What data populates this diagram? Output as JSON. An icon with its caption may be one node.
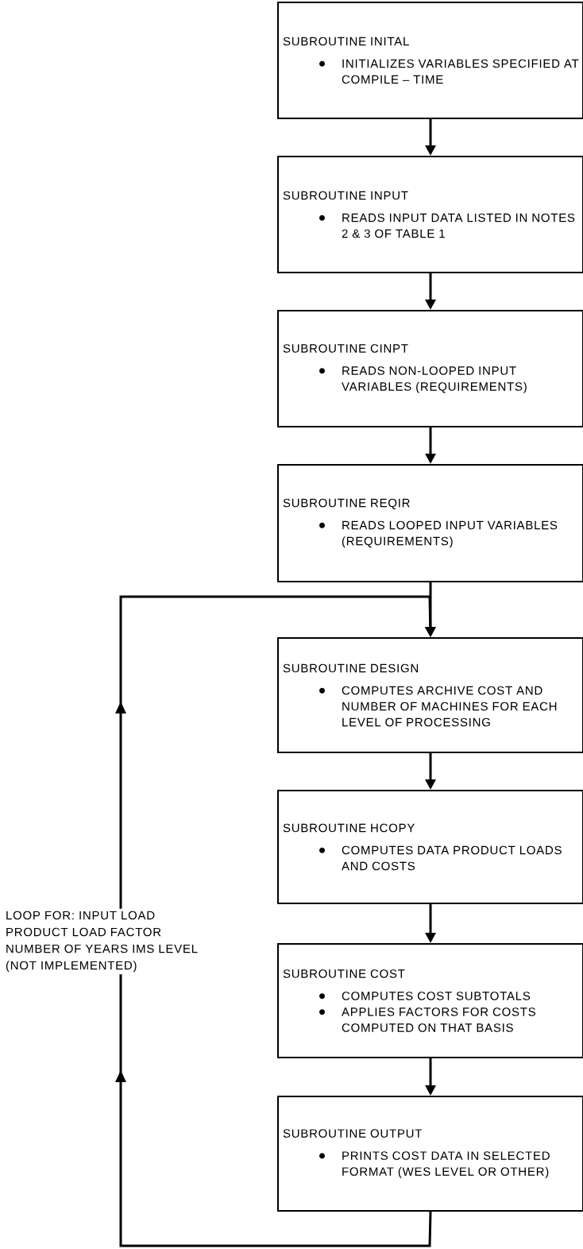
{
  "diagram": {
    "nodes": [
      {
        "text": [
          "SUBROUTINE INITAL",
          "INITIALIZES VARIABLES SPECIFIED AT COMPILE – TIME"
        ]
      },
      {
        "text": [
          "SUBROUTINE INPUT",
          "READS INPUT DATA LISTED IN NOTES 2 & 3 OF TABLE 1"
        ]
      },
      {
        "text": [
          "SUBROUTINE CINPT",
          "READS NON-LOOPED INPUT VARIABLES (REQUIREMENTS)"
        ]
      },
      {
        "text": [
          "SUBROUTINE REQIR",
          "READS LOOPED INPUT VARIABLES (REQUIREMENTS)"
        ]
      },
      {
        "text": [
          "SUBROUTINE DESIGN",
          "COMPUTES ARCHIVE COST AND NUMBER OF MACHINES FOR EACH LEVEL OF PROCESSING"
        ]
      },
      {
        "text": [
          "SUBROUTINE HCOPY",
          "COMPUTES DATA PRODUCT LOADS AND COSTS"
        ]
      },
      {
        "text": [
          "SUBROUTINE COST",
          "COMPUTES COST SUBTOTALS",
          "APPLIES FACTORS FOR COSTS COMPUTED ON THAT BASIS"
        ]
      },
      {
        "text": [
          "SUBROUTINE OUTPUT",
          "PRINTS COST DATA IN SELECTED FORMAT (WES LEVEL OR OTHER)"
        ]
      }
    ],
    "edges": [
      {
        "from": 0,
        "to": 1,
        "arrow": "to"
      },
      {
        "from": 1,
        "to": 2,
        "arrow": "to"
      },
      {
        "from": 2,
        "to": 3,
        "arrow": "to"
      },
      {
        "from": 3,
        "to": 4,
        "arrow": "to"
      },
      {
        "from": 4,
        "to": 5,
        "arrow": "to"
      },
      {
        "from": 5,
        "to": 6,
        "arrow": "to"
      },
      {
        "from": 6,
        "to": 7,
        "arrow": "to"
      },
      {
        "from": 7,
        "to": 4,
        "arrow": "to",
        "label": "LOOP FOR: INPUT LOAD PRODUCT LOAD FACTOR NUMBER OF YEARS IMS LEVEL (NOT IMPLEMENTED)"
      }
    ]
  }
}
